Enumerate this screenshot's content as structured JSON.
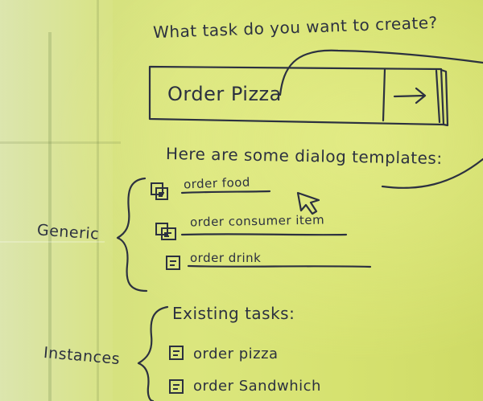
{
  "prompt": "What task do you want to create?",
  "task_input_value": "Order Pizza",
  "templates_heading": "Here are some dialog templates:",
  "generic_label": "Generic",
  "templates": [
    {
      "label": "order food"
    },
    {
      "label": "order consumer item"
    },
    {
      "label": "order drink"
    }
  ],
  "existing_heading": "Existing tasks:",
  "instances_label": "Instances",
  "existing_tasks": [
    {
      "label": "order pizza"
    },
    {
      "label": "order Sandwhich"
    }
  ],
  "icons": {
    "submit": "arrow-right-icon",
    "cursor": "mouse-pointer-icon",
    "template_item": "dialog-doc-icon"
  },
  "colors": {
    "board": "#d6e270",
    "ink": "#2c3140"
  }
}
